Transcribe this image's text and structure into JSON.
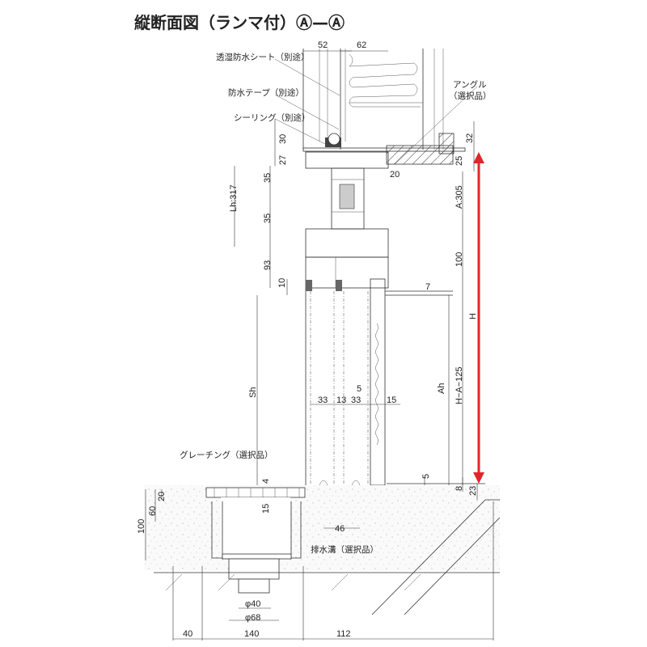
{
  "title": "縦断面図（ランマ付）Ⓐ—Ⓐ",
  "labels": {
    "moisture_sheet": "透湿防水シート（別途）",
    "waterproof_tape": "防水テープ（別途）",
    "sealing": "シーリング（別途）",
    "angle": "アングル",
    "angle_sub": "（選択品）",
    "grating": "グレーチング（選択品）",
    "drain": "排水溝（選択品）"
  },
  "dimensions": {
    "top_52": "52",
    "top_62": "62",
    "d30": "30",
    "d27": "27",
    "d20_top": "20",
    "d32": "32",
    "d25": "25",
    "a305": "A:305",
    "lh317": "Lh:317",
    "d35a": "35",
    "d35b": "35",
    "d93": "93",
    "d10": "10",
    "d100_right": "100",
    "d7": "7",
    "H": "H",
    "sh": "Sh",
    "ah": "Ah",
    "h_a_125": "H−A−125",
    "d33a": "33",
    "d13": "13",
    "d33b": "33",
    "d5_mid": "5",
    "d15_mid": "15",
    "d5_bottom": "5",
    "d8": "8",
    "d23": "23",
    "d4": "4",
    "d15_grating": "15",
    "d20_left": "20",
    "d60": "60",
    "d100_left": "100",
    "d46": "46",
    "phi40": "φ40",
    "phi68": "φ68",
    "d40": "40",
    "d140": "140",
    "d112": "112"
  },
  "colors": {
    "arrow": "#e0262b",
    "line": "#333333",
    "concrete": "#f4f4f4"
  }
}
